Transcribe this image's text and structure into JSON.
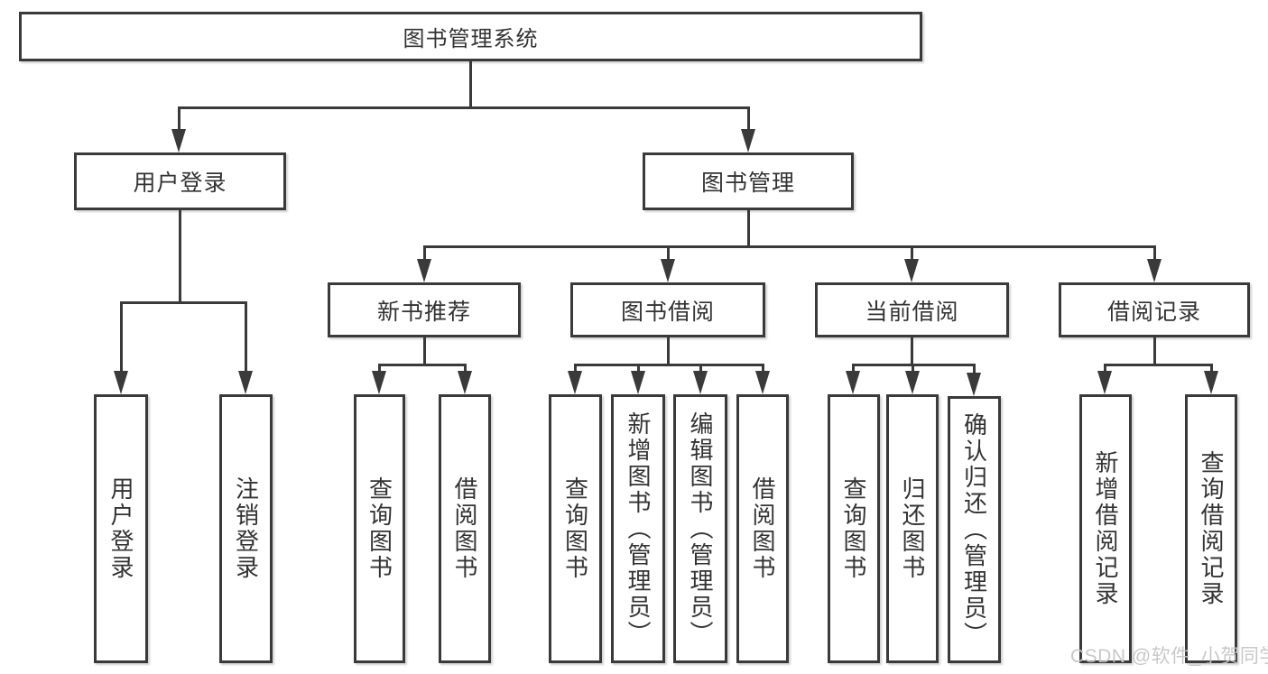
{
  "diagram": {
    "title_node": "图书管理系统",
    "root": {
      "label": "图书管理系统"
    },
    "branches": [
      {
        "label": "用户登录",
        "children": [
          {
            "label": "用户登录"
          },
          {
            "label": "注销登录"
          }
        ]
      },
      {
        "label": "图书管理",
        "children": [
          {
            "label": "新书推荐",
            "children": [
              {
                "label": "查询图书"
              },
              {
                "label": "借阅图书"
              }
            ]
          },
          {
            "label": "图书借阅",
            "children": [
              {
                "label": "查询图书"
              },
              {
                "label": "新增图书（管理员）"
              },
              {
                "label": "编辑图书（管理员）"
              },
              {
                "label": "借阅图书"
              }
            ]
          },
          {
            "label": "当前借阅",
            "children": [
              {
                "label": "查询图书"
              },
              {
                "label": "归还图书"
              },
              {
                "label": "确认归还（管理员）"
              }
            ]
          },
          {
            "label": "借阅记录",
            "children": [
              {
                "label": "新增借阅记录"
              },
              {
                "label": "查询借阅记录"
              }
            ]
          }
        ]
      }
    ]
  },
  "watermark": {
    "text": "CSDN @软件_小贺同学"
  },
  "colors": {
    "line": "#3a3a3a",
    "box_border": "#3a3a3a",
    "text": "#333333",
    "watermark": "#c5c5c5",
    "background": "#ffffff"
  }
}
